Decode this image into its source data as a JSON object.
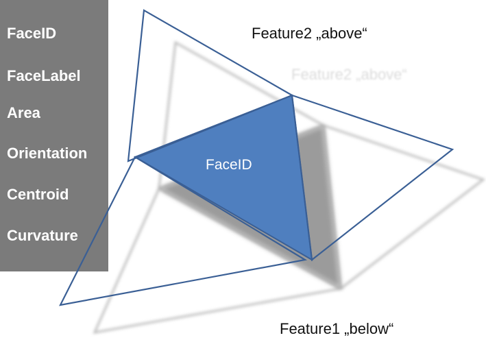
{
  "sidebar": {
    "items": [
      {
        "label": "FaceID"
      },
      {
        "label": "FaceLabel"
      },
      {
        "label": "Area"
      },
      {
        "label": "Orientation"
      },
      {
        "label": "Centroid"
      },
      {
        "label": "Curvature"
      }
    ]
  },
  "diagram": {
    "feature2_label": "Feature2 „above“",
    "feature2_shadow_label": "Feature2 „above“",
    "feature1_label": "Feature1 „below“",
    "face_label": "FaceID"
  },
  "colors": {
    "sidebar_bg": "#7b7b7b",
    "outline_blue": "#3a5f95",
    "face_fill": "#4f7fbf",
    "shadow_gray": "#b4b4b4"
  }
}
